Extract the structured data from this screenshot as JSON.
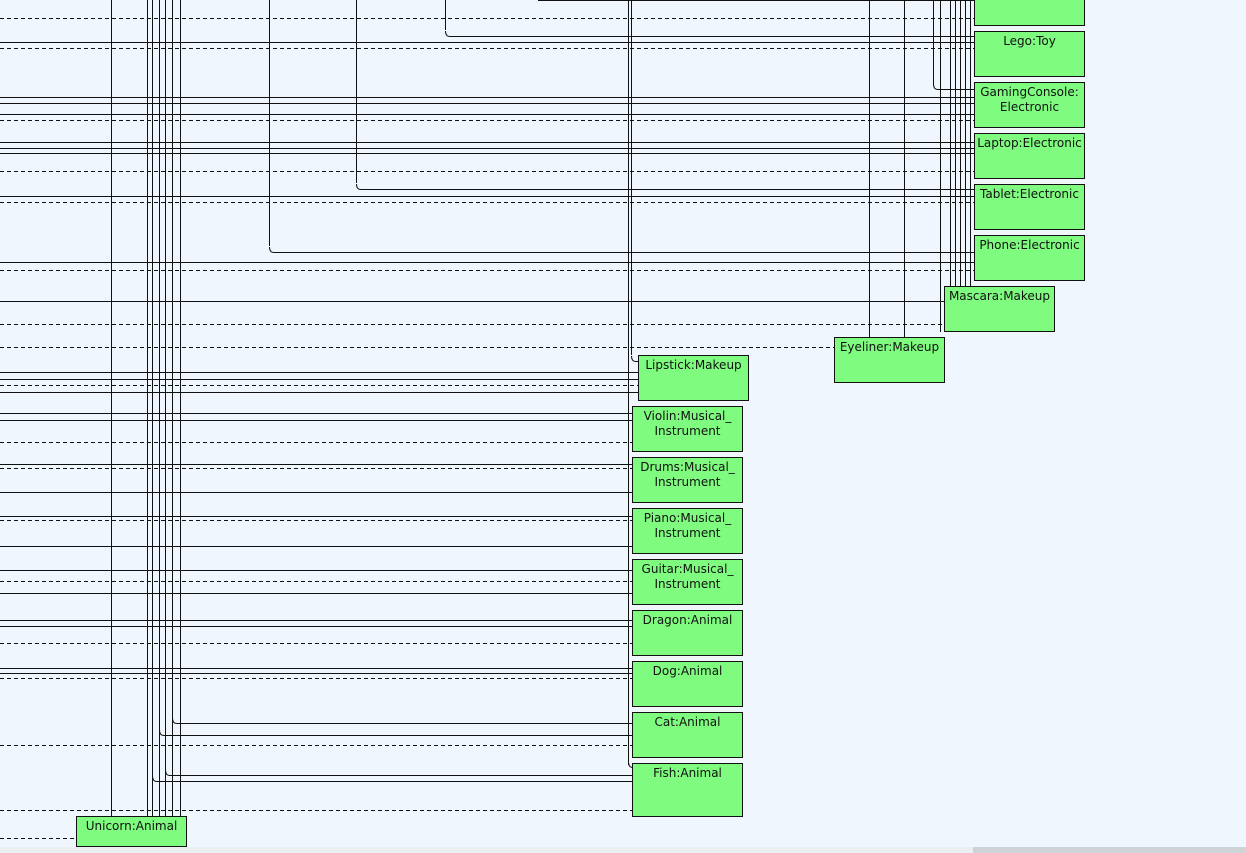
{
  "diagram": {
    "colors": {
      "background": "#f0f6fd",
      "node_fill": "#7ffc7f",
      "node_border": "#111111",
      "wire": "#111111"
    },
    "nodes": [
      {
        "id": "top",
        "label": ""
      },
      {
        "id": "lego",
        "label": "Lego:Toy"
      },
      {
        "id": "gamingconsole",
        "label": "GamingConsole:\nElectronic"
      },
      {
        "id": "laptop",
        "label": "Laptop:Electronic"
      },
      {
        "id": "tablet",
        "label": "Tablet:Electronic"
      },
      {
        "id": "phone",
        "label": "Phone:Electronic"
      },
      {
        "id": "mascara",
        "label": "Mascara:Makeup"
      },
      {
        "id": "eyeliner",
        "label": "Eyeliner:Makeup"
      },
      {
        "id": "lipstick",
        "label": "Lipstick:Makeup"
      },
      {
        "id": "violin",
        "label": "Violin:Musical_\nInstrument"
      },
      {
        "id": "drums",
        "label": "Drums:Musical_\nInstrument"
      },
      {
        "id": "piano",
        "label": "Piano:Musical_\nInstrument"
      },
      {
        "id": "guitar",
        "label": "Guitar:Musical_\nInstrument"
      },
      {
        "id": "dragon",
        "label": "Dragon:Animal"
      },
      {
        "id": "dog",
        "label": "Dog:Animal"
      },
      {
        "id": "cat",
        "label": "Cat:Animal"
      },
      {
        "id": "fish",
        "label": "Fish:Animal"
      },
      {
        "id": "unicorn",
        "label": "Unicorn:Animal"
      }
    ]
  }
}
